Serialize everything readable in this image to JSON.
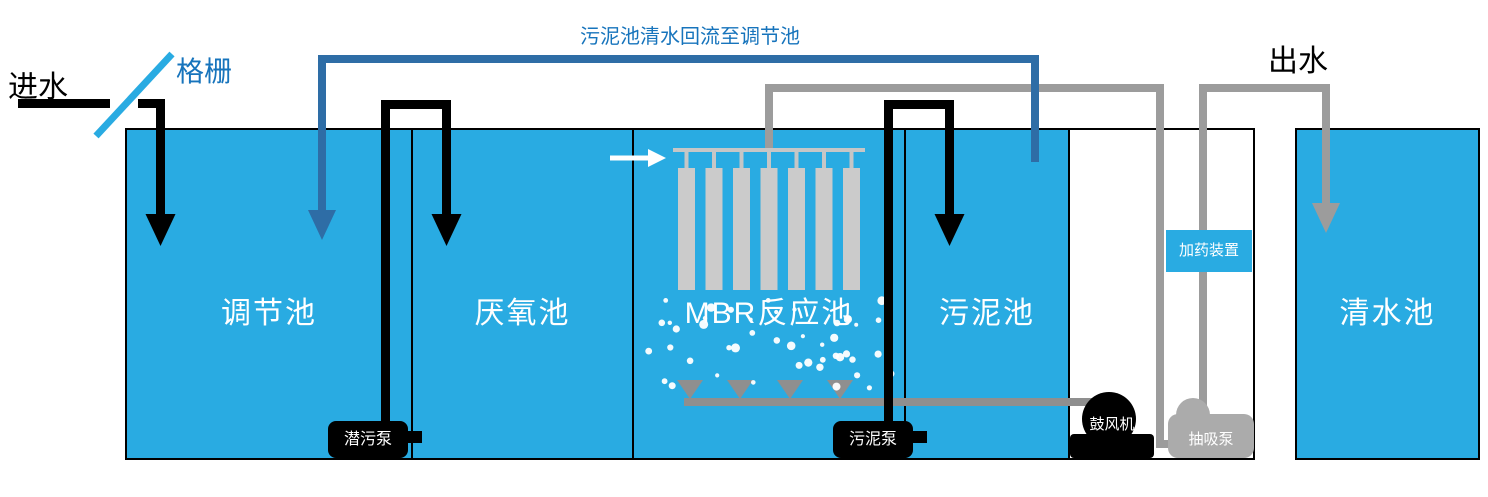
{
  "diagram": {
    "annotations": {
      "inlet": "进水",
      "screen": "格栅",
      "return_note": "污泥池清水回流至调节池",
      "outlet": "出水"
    },
    "tanks": [
      {
        "label": "调节池"
      },
      {
        "label": "厌氧池"
      },
      {
        "label": "MBR反应池"
      },
      {
        "label": "污泥池"
      },
      {
        "label": "清水池"
      }
    ],
    "equipment": [
      {
        "label": "潜污泵"
      },
      {
        "label": "污泥泵"
      },
      {
        "label": "鼓风机"
      },
      {
        "label": "抽吸泵"
      },
      {
        "label": "加药装置"
      }
    ],
    "colors": {
      "tankBlue": "#29ABE2",
      "returnBlue": "#2E6DA6",
      "noteBlue": "#1774BC",
      "pipeGray": "#9C9C9C",
      "aerationGray": "#8F8F8F",
      "membraneGray": "#CBCBCB",
      "pumpGray": "#ABABAB",
      "black": "#000000",
      "white": "#FFFFFF"
    }
  }
}
